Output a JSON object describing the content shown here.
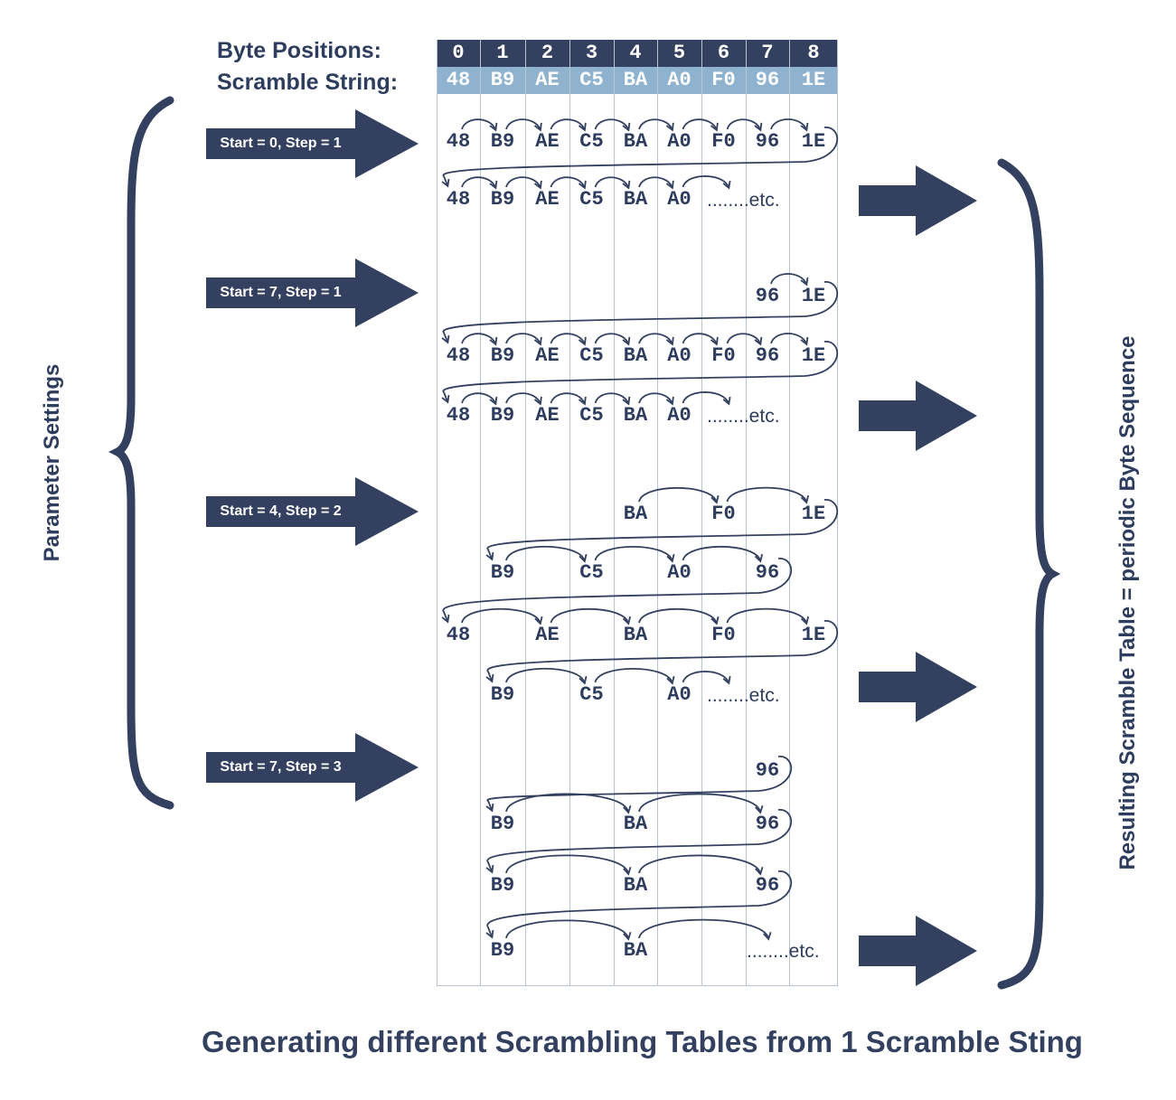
{
  "header": {
    "byte_positions_label": "Byte Positions:",
    "scramble_string_label": "Scramble String:"
  },
  "positions": [
    "0",
    "1",
    "2",
    "3",
    "4",
    "5",
    "6",
    "7",
    "8"
  ],
  "scramble_string": [
    "48",
    "B9",
    "AE",
    "C5",
    "BA",
    "A0",
    "F0",
    "96",
    "1E"
  ],
  "params": [
    "Start = 0, Step = 1",
    "Start = 7, Step = 1",
    "Start = 4, Step = 2",
    "Start = 7, Step = 3"
  ],
  "etc_label": "........etc.",
  "left_label": "Parameter Settings",
  "right_label": "Resulting Scramble Table = periodic Byte Sequence",
  "title": "Generating different Scrambling Tables from 1 Scramble Sting",
  "colors": {
    "dark": "#33405f",
    "light_blue": "#8fb3cf",
    "grid_line": "#b9c3d1"
  },
  "sequence_rows": [
    {
      "cells": [
        [
          "0",
          "48"
        ],
        [
          "1",
          "B9"
        ],
        [
          "2",
          "AE"
        ],
        [
          "3",
          "C5"
        ],
        [
          "4",
          "BA"
        ],
        [
          "5",
          "A0"
        ],
        [
          "6",
          "F0"
        ],
        [
          "7",
          "96"
        ],
        [
          "8",
          "1E"
        ]
      ]
    },
    {
      "cells": [
        [
          "0",
          "48"
        ],
        [
          "1",
          "B9"
        ],
        [
          "2",
          "AE"
        ],
        [
          "3",
          "C5"
        ],
        [
          "4",
          "BA"
        ],
        [
          "5",
          "A0"
        ]
      ],
      "etc": true
    },
    {
      "cells": [
        [
          "7",
          "96"
        ],
        [
          "8",
          "1E"
        ]
      ]
    },
    {
      "cells": [
        [
          "0",
          "48"
        ],
        [
          "1",
          "B9"
        ],
        [
          "2",
          "AE"
        ],
        [
          "3",
          "C5"
        ],
        [
          "4",
          "BA"
        ],
        [
          "5",
          "A0"
        ],
        [
          "6",
          "F0"
        ],
        [
          "7",
          "96"
        ],
        [
          "8",
          "1E"
        ]
      ]
    },
    {
      "cells": [
        [
          "0",
          "48"
        ],
        [
          "1",
          "B9"
        ],
        [
          "2",
          "AE"
        ],
        [
          "3",
          "C5"
        ],
        [
          "4",
          "BA"
        ],
        [
          "5",
          "A0"
        ]
      ],
      "etc": true
    },
    {
      "cells": [
        [
          "4",
          "BA"
        ],
        [
          "6",
          "F0"
        ],
        [
          "8",
          "1E"
        ]
      ]
    },
    {
      "cells": [
        [
          "1",
          "B9"
        ],
        [
          "3",
          "C5"
        ],
        [
          "5",
          "A0"
        ],
        [
          "7",
          "96"
        ]
      ]
    },
    {
      "cells": [
        [
          "0",
          "48"
        ],
        [
          "2",
          "AE"
        ],
        [
          "4",
          "BA"
        ],
        [
          "6",
          "F0"
        ],
        [
          "8",
          "1E"
        ]
      ]
    },
    {
      "cells": [
        [
          "1",
          "B9"
        ],
        [
          "3",
          "C5"
        ],
        [
          "5",
          "A0"
        ]
      ],
      "etc": true
    },
    {
      "cells": [
        [
          "7",
          "96"
        ]
      ]
    },
    {
      "cells": [
        [
          "1",
          "B9"
        ],
        [
          "4",
          "BA"
        ],
        [
          "7",
          "96"
        ]
      ]
    },
    {
      "cells": [
        [
          "1",
          "B9"
        ],
        [
          "4",
          "BA"
        ],
        [
          "7",
          "96"
        ]
      ]
    },
    {
      "cells": [
        [
          "1",
          "B9"
        ],
        [
          "4",
          "BA"
        ]
      ],
      "etc": true
    }
  ]
}
